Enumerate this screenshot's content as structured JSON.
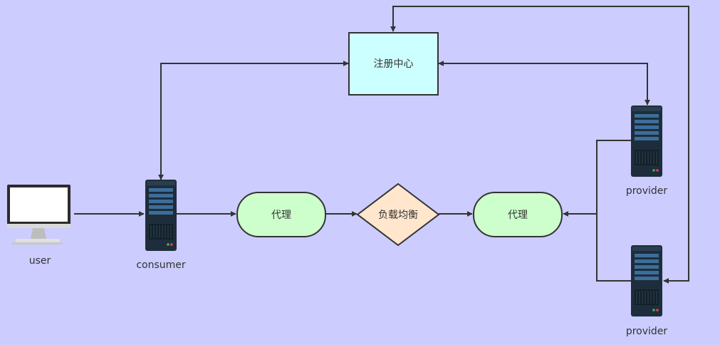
{
  "nodes": {
    "registry": {
      "label": "注册中心"
    },
    "proxy_left": {
      "label": "代理"
    },
    "load_balancer": {
      "label": "负载均衡"
    },
    "proxy_right": {
      "label": "代理"
    },
    "user": {
      "label": "user"
    },
    "consumer": {
      "label": "consumer"
    },
    "provider_top": {
      "label": "provider"
    },
    "provider_bottom": {
      "label": "provider"
    }
  },
  "colors": {
    "background": "#ccccff",
    "registry_fill": "#ccffff",
    "proxy_fill": "#ccffcc",
    "balancer_fill": "#ffe6cc",
    "edge": "#333333"
  },
  "icons": {
    "user": "desktop-computer-icon",
    "consumer": "server-icon",
    "provider_top": "server-icon",
    "provider_bottom": "server-icon"
  }
}
